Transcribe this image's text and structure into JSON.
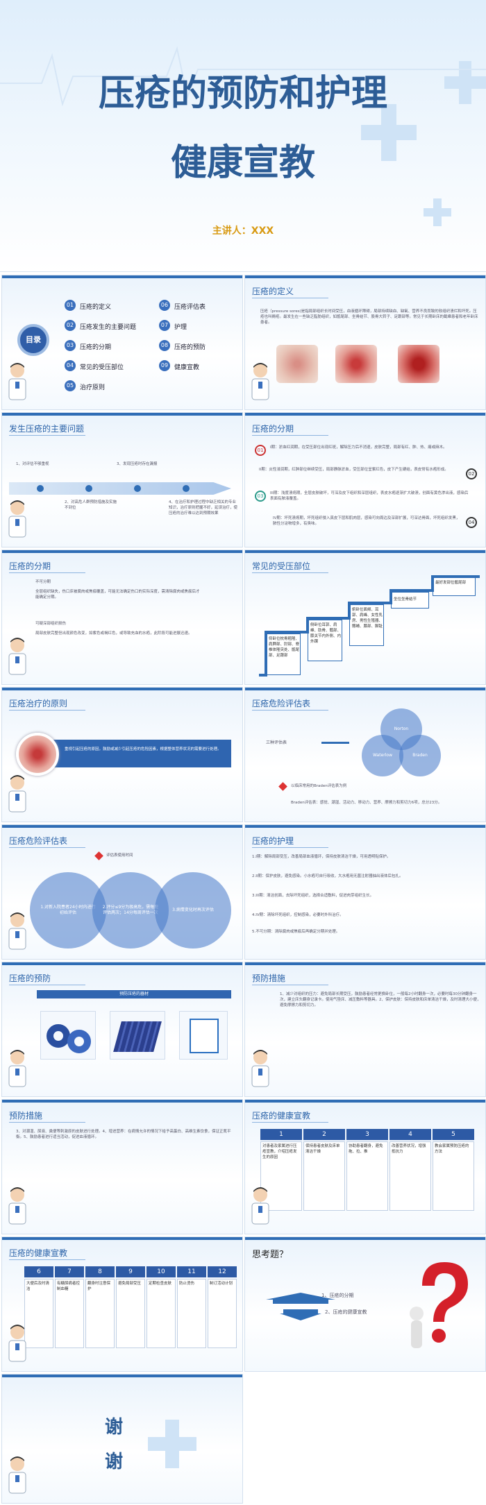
{
  "title": {
    "line1": "压疮的预防和护理",
    "line2": "健康宣教",
    "presenter": "主讲人：XXX"
  },
  "toc": {
    "badge": "目录",
    "items": [
      {
        "num": "01",
        "label": "压疮的定义"
      },
      {
        "num": "02",
        "label": "压疮发生的主要问题"
      },
      {
        "num": "03",
        "label": "压疮的分期"
      },
      {
        "num": "04",
        "label": "常见的受压部位"
      },
      {
        "num": "05",
        "label": "治疗原则"
      },
      {
        "num": "06",
        "label": "压疮评估表"
      },
      {
        "num": "07",
        "label": "护理"
      },
      {
        "num": "08",
        "label": "压疮的预防"
      },
      {
        "num": "09",
        "label": "健康宣教"
      }
    ]
  },
  "slides": {
    "definition": {
      "title": "压疮的定义",
      "text": "压疮（pressure sores)是指局部组织长时间受压，血液循环障碍，局部持续缺血、缺氧、营养不良而致的软组织溃烂和坏死。压疮也叫褥疮。最发生在一些缺乏脂肪组织，如骶尾部、坐骨结节、股骨大转子、足跟部等。常见于长期卧床的截瘫患者和老年卧床患者。"
    },
    "problems": {
      "title": "发生压疮的主要问题",
      "items": [
        "1、对评估不够重视",
        "2、对高危人群预防措施及实施不到位",
        "3、发现压疮时存在漏报",
        "4、在治疗和护理过程中缺乏相关的专业知识，治疗原则把握不好，延误治疗，使压疮的治疗难以达到预期效果"
      ]
    },
    "stages1": {
      "title": "压疮的分期",
      "s1": "I期：淤血红润期，在受压部位出现红斑，解除压力后不消退，皮肤完整，局部有红、肿、热、痛或麻木。",
      "s2": "II期：炎性浸润期，红肿部位继续受压，局部静脉淤血，受压部位呈紫红色，皮下产生硬结，表皮常有水疱形成。",
      "s3": "III期：浅度溃疡期，全层皮肤破坏，可深及皮下组织和深层组织，表皮水疱逐渐扩大破溃，创面有黄色渗出液，感染后表面有脓液覆盖。",
      "s4": "IV期：坏死溃疡期，坏死组织侵入真皮下层和肌肉层，感染可向周边及深部扩展，可深达骨面，坏死组织发黑，脓性分泌物增多，有臭味。",
      "n1": "01",
      "n2": "02",
      "n3": "03",
      "n4": "04"
    },
    "stages2": {
      "title": "压疮的分期",
      "h1": "不可分期",
      "t1": "全层组织缺失，伤口床被腐肉或焦痂覆盖，可能无法确定伤口的实际深度，需清除腐肉或焦痂后才能确定分期。",
      "h2": "可疑深部组织损伤",
      "t2": "局部皮肤完整但出现颜色改变，如紫色或褐红色，或导致充血的水疱，此阶段可能进展迅速。"
    },
    "sites": {
      "title": "常见的受压部位",
      "steps": [
        "仰卧位枕骨粗隆、肩胛部、肘部、脊椎体隆突处、骶尾部、足跟部",
        "侧卧位耳郭、肩峰、肋骨、髋部、膝关节内外侧、内外踝",
        "俯卧位面颊、耳郭、肩峰、女性乳房、男性生殖器、髂嵴、膝部、脚趾",
        "坐位坐骨结节",
        "最好发部位骶尾部"
      ]
    },
    "principle": {
      "title": "压疮治疗的原则",
      "text": "重视引起压疮的原因，鼓励或减少引起压疮的危险因素，根据整体营养状况的需要进行处理。"
    },
    "risk1": {
      "title": "压疮危险评估表",
      "label": "三种评估表",
      "c1": "Norton",
      "c2": "Waterlow",
      "c3": "Braden",
      "note": "以临床常用的Braden评估表为例",
      "footer": "Braden评估表：感觉、潮湿、活动力、移动力、营养、摩擦力和剪切力6项，总分23分。"
    },
    "risk2": {
      "title": "压疮危险评估表",
      "tag": "评估表使用时间",
      "c1": "1.对新入院患者24小时内进行初始评估",
      "c2": "2.评分≤9分为极高危，需每班评估两次；14分每周评估一次",
      "c3": "3.病情变化时再次评估"
    },
    "care": {
      "title": "压疮的护理",
      "items": [
        "1.I期：解除局部受压，改善局部血液循环，保持皮肤清洁干燥，可用透明贴保护。",
        "2.II期：保护皮肤，避免感染。小水疱可自行吸收，大水疱用无菌注射器抽出液体后包扎。",
        "3.III期：清洁创面，去除坏死组织，选择合适敷料，促进肉芽组织生长。",
        "4.IV期：清除坏死组织，控制感染，必要时外科治疗。",
        "5.不可分期：清除腐肉或焦痂后再确定分期并处理。"
      ]
    },
    "prevent1": {
      "title": "压疮的预防",
      "bar": "预防压疮的器材"
    },
    "prevent2": {
      "title": "预防措施",
      "text": "1、减少对组织的压力：避免局部长期受压，鼓励患者经常更换卧位，一般每2小时翻身一次，必要时每30分钟翻身一次，建立床头翻身记录卡。使用气垫床、减压敷料等器具。2、保护皮肤：保持皮肤和床单清洁干燥，及时清理大小便，避免摩擦力和剪切力。"
    },
    "prevent3": {
      "title": "预防措施",
      "text": "3、对潮湿、尿液、粪便等刺激原的皮肤进行处理。4、增进营养：在病情允许的情况下给予高蛋白、高维生素饮食，保证正氮平衡。5、鼓励患者进行适当活动，促进血液循环。"
    },
    "edu1": {
      "title": "压疮的健康宣教",
      "cols": [
        "1",
        "2",
        "3",
        "4",
        "5"
      ],
      "cells": [
        "对患者及家属进行压疮宣教，介绍压疮发生的原因",
        "保持患者皮肤及床单清洁干燥",
        "协助患者翻身，避免拖、拉、推",
        "改善营养状况，增强抵抗力",
        "教会家属预防压疮的方法"
      ]
    },
    "edu2": {
      "title": "压疮的健康宣教",
      "cols": [
        "6",
        "7",
        "8",
        "9",
        "10",
        "11",
        "12"
      ],
      "cells": [
        "大便后及时清洁",
        "有糖尿病者控制血糖",
        "翻身时注意保护",
        "避免局部受压",
        "定期检查皮肤",
        "防止烫伤",
        "制订活动计划"
      ]
    },
    "think": {
      "title": "思考题？",
      "q1": "1、压疮的分期",
      "q2": "2、压疮的健康宣教"
    },
    "thanks": {
      "t1": "谢",
      "t2": "谢"
    }
  },
  "colors": {
    "accent": "#2f6db5",
    "title": "#2d5d96",
    "presenter": "#d89a12"
  }
}
